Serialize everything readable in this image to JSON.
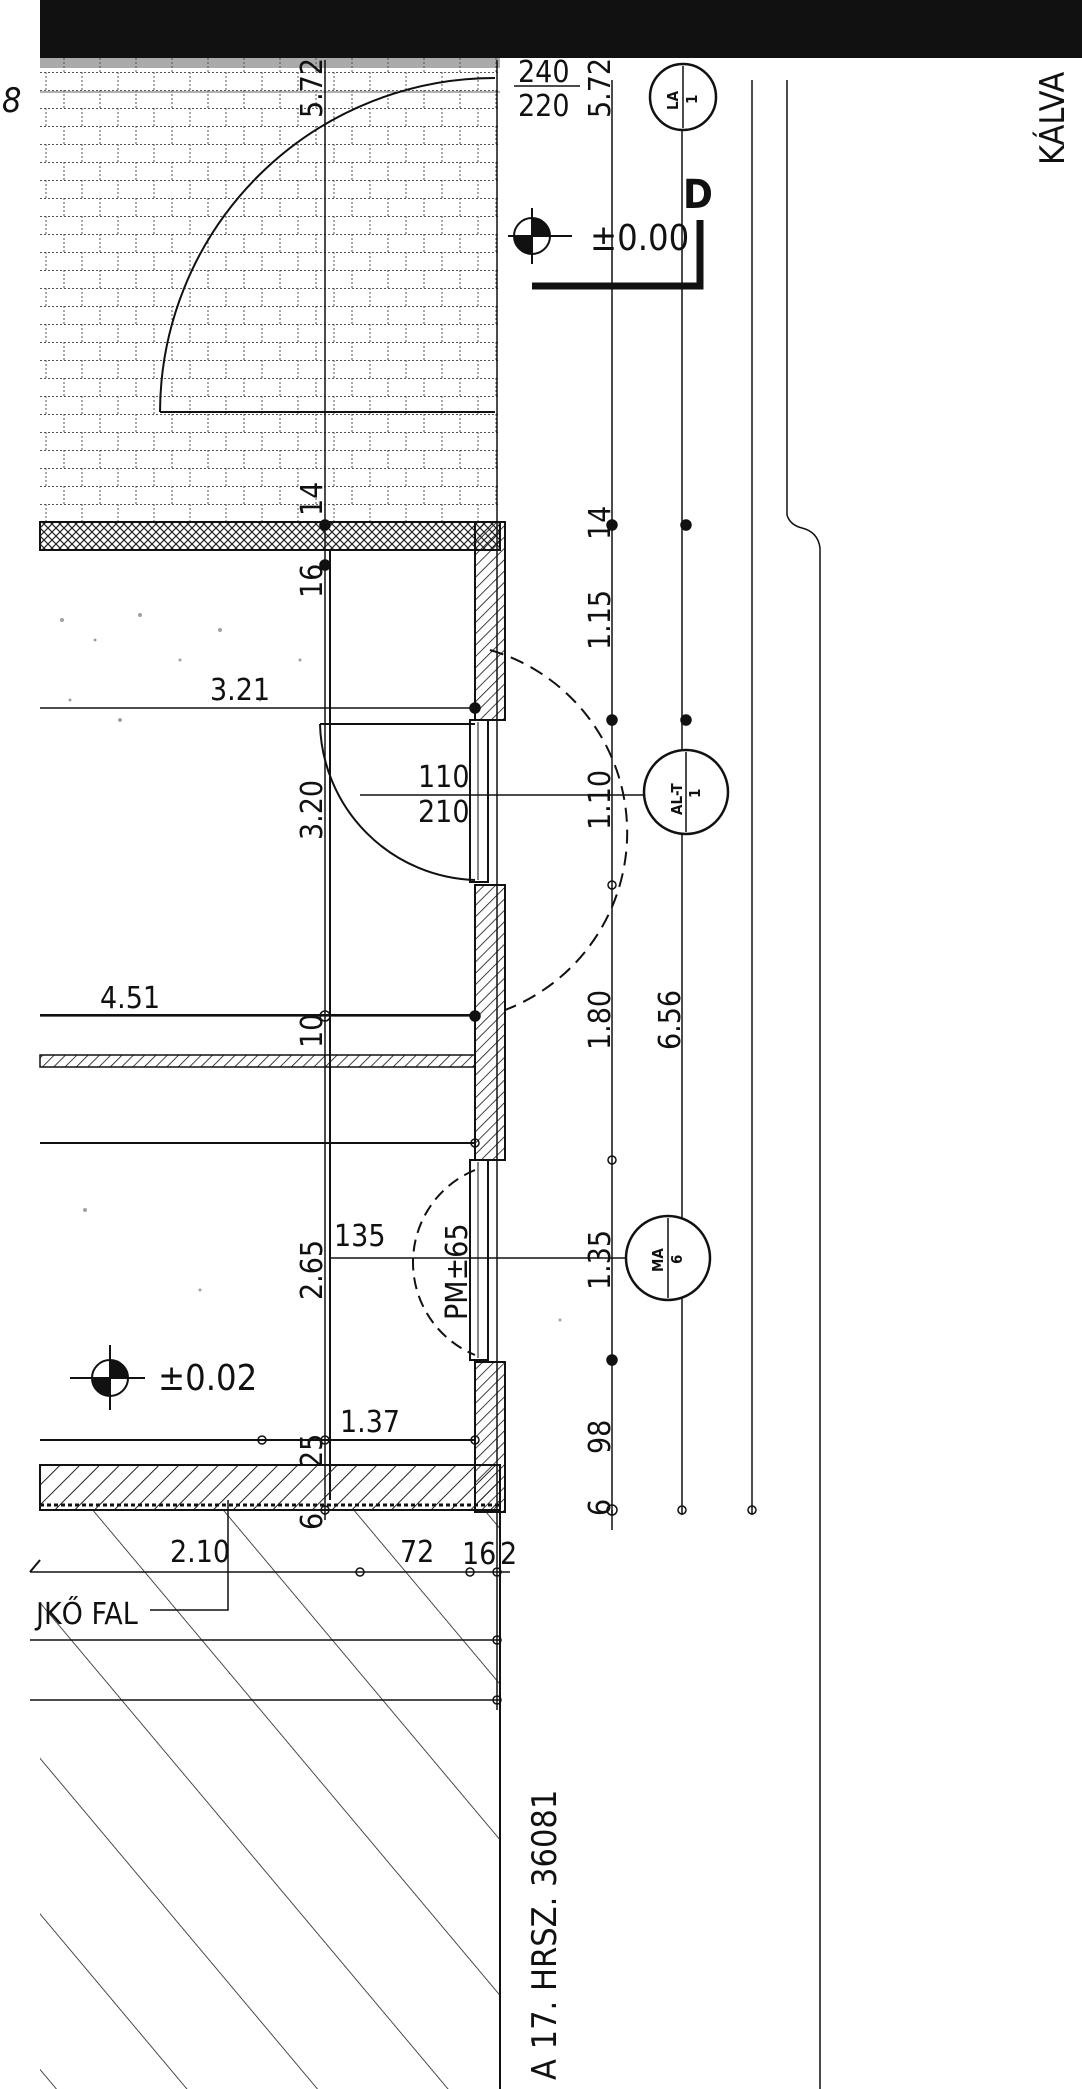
{
  "corner_mark": "8",
  "street_label": "KÁLVA",
  "plot_label": "A 17.  HRSZ. 36081",
  "wall_label": "JKŐ FAL",
  "section_marker": "D",
  "levels": {
    "top": "±0.00",
    "floor": "±0.02"
  },
  "door_tags": {
    "la": {
      "code": "LA",
      "num": "1"
    },
    "alt": {
      "code": "AL-T",
      "num": "1"
    },
    "ma": {
      "code": "MA",
      "num": "6"
    }
  },
  "window_label": "PM±65",
  "opening_sizes": {
    "top_w": "240",
    "top_h": "220",
    "mid_w": "110",
    "mid_h": "210"
  },
  "dimensions": {
    "d_572a": "5.72",
    "d_572b": "5.72",
    "d_14a": "14",
    "d_16a": "16",
    "d_321": "3.21",
    "d_320": "3.20",
    "d_451": "4.51",
    "d_10": "10",
    "d_265": "2.65",
    "d_135": "135",
    "d_25": "25",
    "d_137": "1.37",
    "d_6b": "6",
    "d_210": "2.10",
    "d_72": "72",
    "d_16b": "16",
    "d_2": "2",
    "d_14b": "14",
    "d_115": "1.15",
    "d_110": "1.10",
    "d_180": "1.80",
    "d_656": "6.56",
    "d_135b": "1.35",
    "d_98": "98",
    "d_6a": "6"
  }
}
